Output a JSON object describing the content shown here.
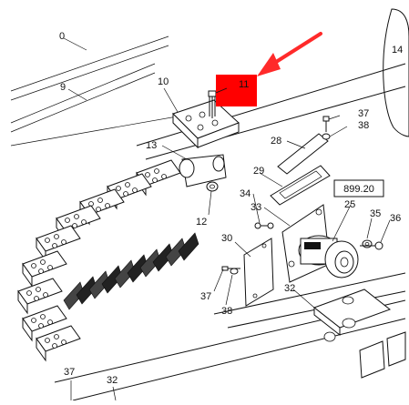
{
  "diagram": {
    "ref_box_label": "899.20",
    "callouts": [
      "0",
      "9",
      "10",
      "11",
      "13",
      "37",
      "38",
      "28",
      "29",
      "34",
      "33",
      "899.20",
      "25",
      "35",
      "36",
      "12",
      "30",
      "32",
      "37",
      "38",
      "37",
      "32",
      "14"
    ],
    "labels": {
      "l0": "0",
      "l9": "9",
      "l10": "10",
      "l11": "11",
      "l13": "13",
      "l14": "14",
      "l37a": "37",
      "l38a": "38",
      "l28": "28",
      "l29": "29",
      "l34": "34",
      "l33": "33",
      "l25": "25",
      "l35": "35",
      "l36": "36",
      "l12": "12",
      "l30": "30",
      "l32a": "32",
      "l37b": "37",
      "l38b": "38",
      "l37c": "37",
      "l32b": "32"
    },
    "highlight": {
      "label": "11",
      "color": "#ff0000"
    },
    "arrow_color": "#ff2a2a"
  }
}
